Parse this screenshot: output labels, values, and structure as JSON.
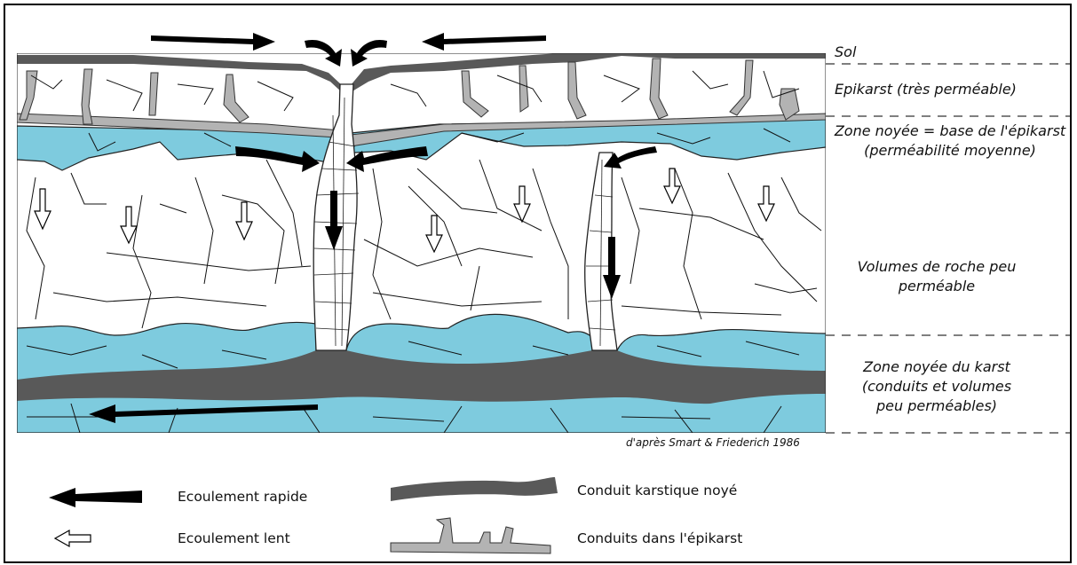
{
  "zone_labels": {
    "sol": "Sol",
    "epikarst": "Epikarst (très perméable)",
    "zone_noyee_epikarst_line1": "Zone noyée = base de l'épikarst",
    "zone_noyee_epikarst_line2": "(perméabilité moyenne)",
    "volumes_line1": "Volumes de roche peu",
    "volumes_line2": "perméable",
    "karst_line1": "Zone noyée du karst",
    "karst_line2": "(conduits et volumes",
    "karst_line3": "peu perméables)"
  },
  "credit": "d'après Smart & Friederich 1986",
  "legend": {
    "fast_flow": "Ecoulement rapide",
    "slow_flow": "Ecoulement lent",
    "flooded_conduit": "Conduit karstique noyé",
    "epikarst_conduits": "Conduits dans l'épikarst"
  },
  "colors": {
    "water": "#7ecbde",
    "conduit": "#595959",
    "epikarst_conduit": "#b3b3b3",
    "arrow": "#000000"
  }
}
